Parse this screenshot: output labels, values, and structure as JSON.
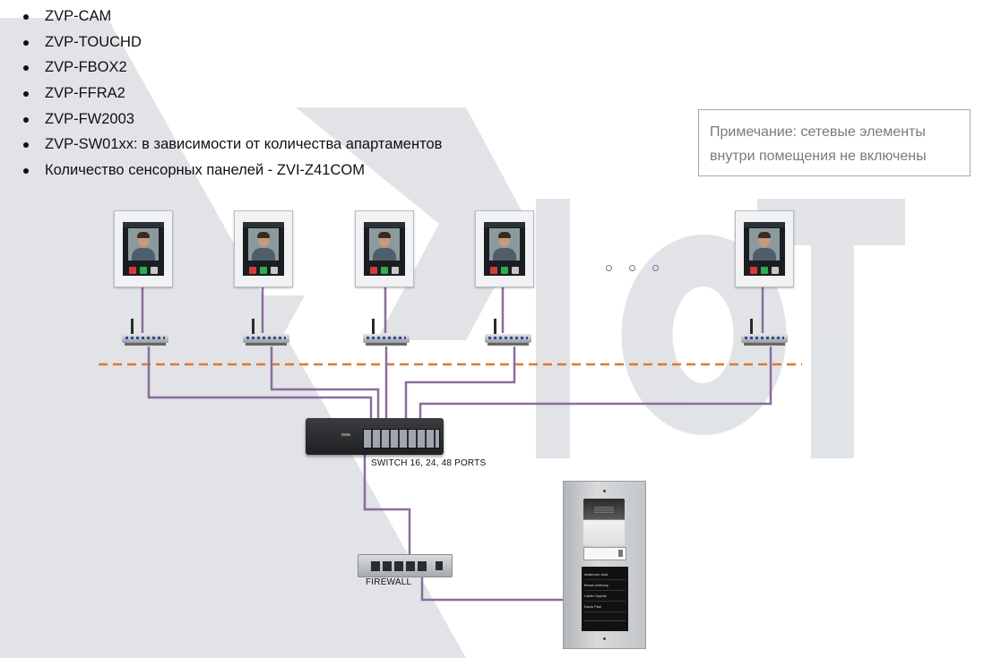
{
  "bullets": [
    "ZVP-CAM",
    "ZVP-TOUCHD",
    "ZVP-FBOX2",
    "ZVP-FFRA2",
    "ZVP-FW2003",
    "ZVP-SW01xx: в зависимости от количества апартаментов",
    "Количество сенсорных панелей - ZVI-Z41COM"
  ],
  "note": {
    "line1": "Примечание: сетевые элементы",
    "line2": "внутри помещения не включены"
  },
  "switch_label": "SWITCH 16, 24, 48 PORTS",
  "firewall_label": "FIREWALL",
  "door_station_contacts": [
    "Anderson Jack",
    "Brown Anthony",
    "Carter Sophie",
    "Davis Paul"
  ],
  "colors": {
    "cable": "#8a6d9e",
    "boundary": "#e0782a",
    "watermark": "#dcdfe3"
  },
  "icons": [
    "router-icon",
    "touch-panel-icon",
    "network-switch-icon",
    "firewall-icon",
    "door-station-icon"
  ]
}
